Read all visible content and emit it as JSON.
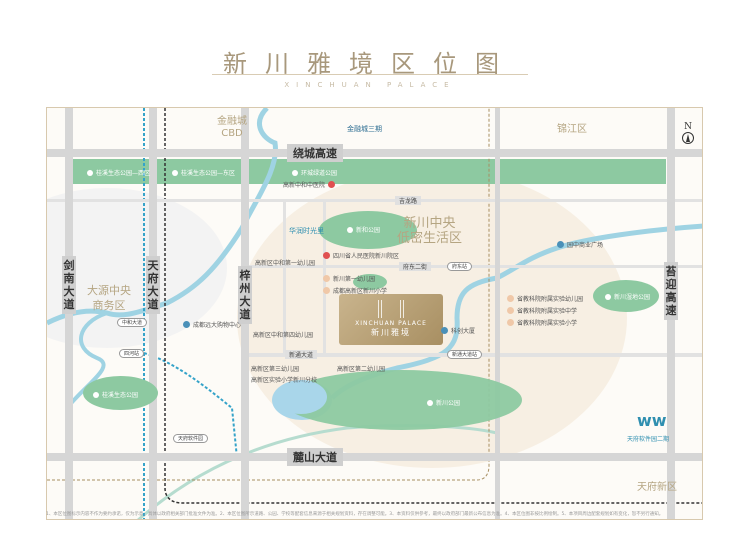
{
  "header": {
    "title": "新川雅境区位图",
    "subtitle": "XINCHUAN PALACE"
  },
  "roads": {
    "raocheng": "绕城高速",
    "jilong": "吉龙路",
    "fudong": "府东二街",
    "xintong": "新通大道",
    "lushan": "麓山大道",
    "jiannan": "剑南大道",
    "tianfu": "天府大道",
    "zizhou": "梓州大道",
    "taiying": "苔迎高速"
  },
  "districts": {
    "cbd": "金融城\nCBD",
    "jrc3": "金融城三期",
    "jinjiang": "锦江区",
    "xinchuan": "新川中央\n低密生活区",
    "dayuan": "大源中央\n商务区",
    "tianfuxinqu": "天府新区",
    "software": "天府软件园二期"
  },
  "parks": {
    "band_west": "桂溪生态公园—西区",
    "band_east": "桂溪生态公园—东区",
    "band_right": "环城绿道公园",
    "xinhe": "新和公园",
    "wetland": "新川湿地公园",
    "xinchuan": "新川公园",
    "guixi": "桂溪生态公园"
  },
  "project": {
    "en": "XINCHUAN PALACE",
    "cn": "新川雅境"
  },
  "pois": {
    "hospital": "四川省人民医院新川院区",
    "kg1": "新川第一幼儿园",
    "school1": "成都高新区新川小学",
    "sk1": "省教科院附属实验幼儿园",
    "sk2": "省教科院附属实验中学",
    "sk3": "省教科院附属实验小学",
    "zh1": "高新区中和第一幼儿园",
    "zh4": "高新区中和第四幼儿园",
    "kg3": "高新区第三幼儿园",
    "exp": "高新区实验小学新川分校",
    "kg2": "高新区第二幼儿园",
    "mall": "成都远大购物中心",
    "huarun": "华润时光里",
    "yuanzhong": "园中商业广场",
    "kechuang": "科创大厦",
    "zhonghe_hosp": "高新中和中医院"
  },
  "stations": {
    "s1": "中和大道",
    "s2": "四河站",
    "s3": "新通大道站",
    "s4": "府东站",
    "s5": "天府软件园"
  },
  "compass": "N",
  "footnote": "1、本区位图标示内容不作为要约承诺，仅为示意，具体以政府相关部门批准文件为准。2、本区位图所示道路、公园、学校等配套信息来源于相关规划资料，存在调整可能。3、本资料仅供参考，最终以政府部门最新公布信息为准。4、本区位图非按比例绘制。5、本项目周边配套规划如有变化，恕不另行通知。",
  "colors": {
    "park": "#8dc9a1",
    "river": "#9fd3e3",
    "road": "#d6d6d6",
    "accent": "#a8987c",
    "metro": "#35a3c9"
  }
}
